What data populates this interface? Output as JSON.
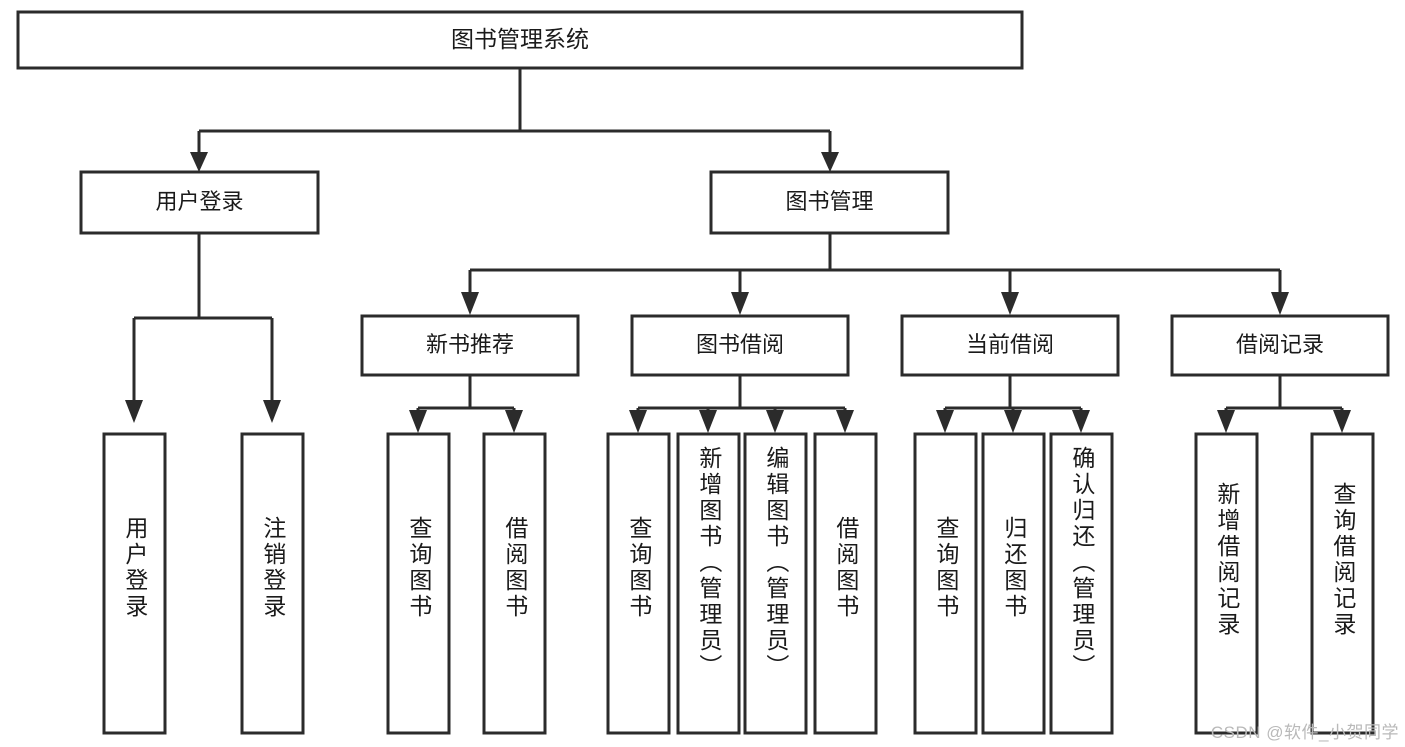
{
  "diagram": {
    "type": "tree",
    "orientation": "top-down",
    "title_node": {
      "id": "root",
      "label": "图书管理系统"
    },
    "level2": [
      {
        "id": "user-login",
        "label": "用户登录"
      },
      {
        "id": "book-manage",
        "label": "图书管理"
      }
    ],
    "level3": [
      {
        "id": "new-book-recommend",
        "label": "新书推荐",
        "parent": "book-manage"
      },
      {
        "id": "book-borrow",
        "label": "图书借阅",
        "parent": "book-manage"
      },
      {
        "id": "current-borrow",
        "label": "当前借阅",
        "parent": "book-manage"
      },
      {
        "id": "borrow-record",
        "label": "借阅记录",
        "parent": "book-manage"
      }
    ],
    "leaves": [
      {
        "id": "leaf-user-login",
        "label": "用户登录",
        "parent": "user-login"
      },
      {
        "id": "leaf-logout-login",
        "label": "注销登录",
        "parent": "user-login"
      },
      {
        "id": "leaf-query-book-1",
        "label": "查询图书",
        "parent": "new-book-recommend"
      },
      {
        "id": "leaf-borrow-book-1",
        "label": "借阅图书",
        "parent": "new-book-recommend"
      },
      {
        "id": "leaf-query-book-2",
        "label": "查询图书",
        "parent": "book-borrow"
      },
      {
        "id": "leaf-add-book",
        "label": "新增图书（管理员）",
        "parent": "book-borrow"
      },
      {
        "id": "leaf-edit-book",
        "label": "编辑图书（管理员）",
        "parent": "book-borrow"
      },
      {
        "id": "leaf-borrow-book-2",
        "label": "借阅图书",
        "parent": "book-borrow"
      },
      {
        "id": "leaf-query-book-3",
        "label": "查询图书",
        "parent": "current-borrow"
      },
      {
        "id": "leaf-return-book",
        "label": "归还图书",
        "parent": "current-borrow"
      },
      {
        "id": "leaf-confirm-return",
        "label": "确认归还（管理员）",
        "parent": "current-borrow"
      },
      {
        "id": "leaf-add-record",
        "label": "新增借阅记录",
        "parent": "borrow-record"
      },
      {
        "id": "leaf-query-record",
        "label": "查询借阅记录",
        "parent": "borrow-record"
      }
    ],
    "colors": {
      "stroke": "#2b2b2b",
      "fill": "#ffffff",
      "text": "#1a1a1a",
      "watermark": "#b9b9b9"
    }
  },
  "watermark": {
    "text": "CSDN @软件_小贺同学"
  }
}
